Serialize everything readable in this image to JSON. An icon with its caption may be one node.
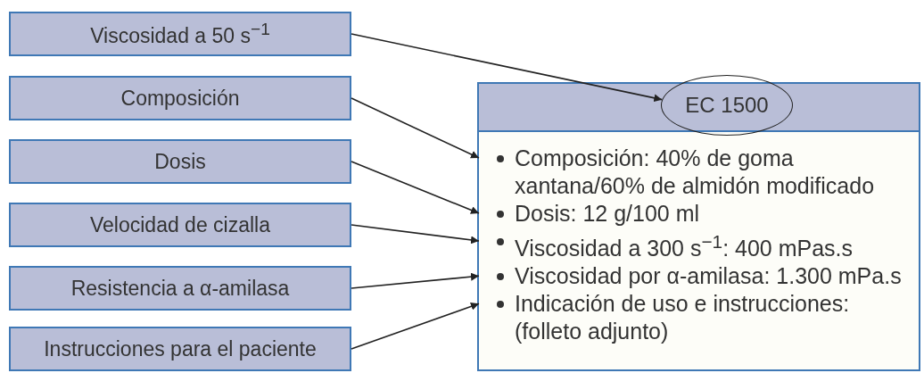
{
  "diagram": {
    "nodes": [
      {
        "text": [
          "Viscosidad a 50 s$^{−1}$"
        ]
      },
      {
        "text": [
          "Composición"
        ]
      },
      {
        "text": [
          "Dosis"
        ]
      },
      {
        "text": [
          "Velocidad de cizalla"
        ]
      },
      {
        "text": [
          "Resistencia a α-amilasa"
        ]
      },
      {
        "text": [
          "Instrucciones para el paciente"
        ]
      },
      {
        "text": [],
        "shape": "box"
      },
      {
        "text": [
          "EC 1500"
        ],
        "in": 6
      },
      {
        "text": [
          "Composición: 40% de goma xantana/60% de almidón modificado"
        ],
        "in": 6
      },
      {
        "text": [
          "Dosis: 12 g/100 ml"
        ],
        "in": 6
      },
      {
        "text": [
          "Viscosidad a 300 s$^{−1}$: 400 mPas.s"
        ],
        "in": 6
      },
      {
        "text": [
          "Viscosidad por α-amilasa: 1.300 mPa.s"
        ],
        "in": 6
      },
      {
        "text": [
          "Indicación de uso e instrucciones: (folleto adjunto)"
        ],
        "in": 6
      }
    ],
    "edges": [
      {
        "from": 0,
        "to": 7,
        "arrow": "to"
      },
      {
        "from": 1,
        "to": 8,
        "arrow": "to"
      },
      {
        "from": 2,
        "to": 9,
        "arrow": "to"
      },
      {
        "from": 3,
        "to": 10,
        "arrow": "to"
      },
      {
        "from": 4,
        "to": 11,
        "arrow": "to"
      },
      {
        "from": 5,
        "to": 12,
        "arrow": "to"
      }
    ]
  }
}
